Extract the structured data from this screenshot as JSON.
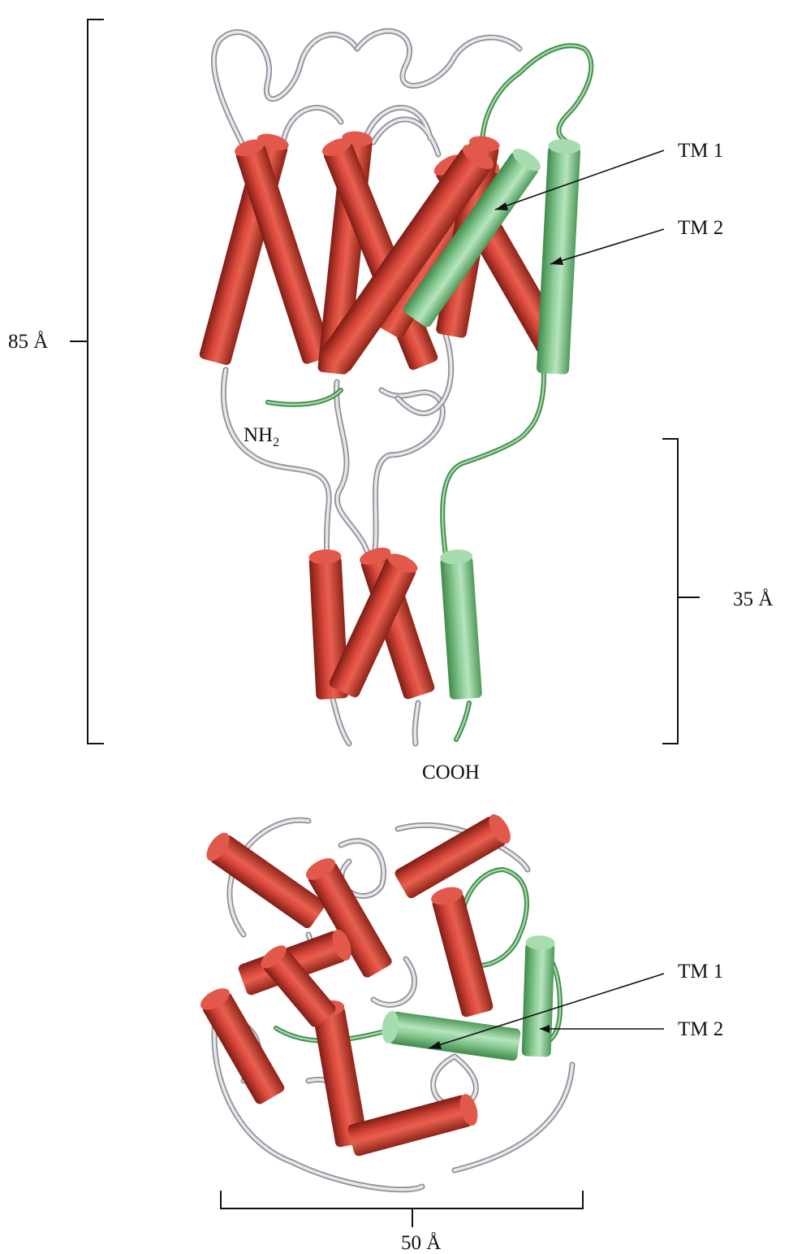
{
  "figure": {
    "side_view": {
      "height_label": "85 Å",
      "lower_domain_label": "35 Å",
      "n_terminus_label": "NH",
      "n_terminus_subscript": "2",
      "c_terminus_label": "COOH",
      "tm1_label": "TM 1",
      "tm2_label": "TM 2"
    },
    "top_view": {
      "tm1_label": "TM 1",
      "tm2_label": "TM 2",
      "width_label": "50 Å"
    },
    "colors": {
      "helix_red": "#c23a2e",
      "helix_green": "#7cc486",
      "loop_grey": "#c8c8d0",
      "loop_green": "#5aa865",
      "label": "#111111"
    }
  }
}
